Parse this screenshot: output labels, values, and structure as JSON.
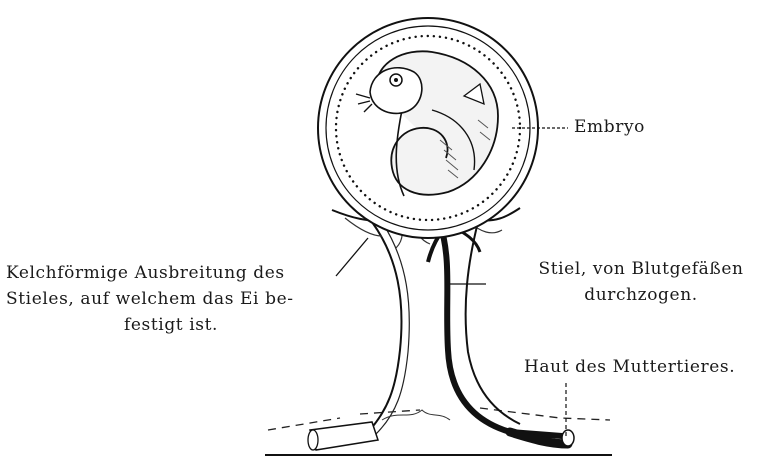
{
  "figure": {
    "labels": {
      "embryo": "Embryo",
      "chalice_line1": "Kelchförmige Ausbreitung des",
      "chalice_line2": "Stieles, auf welchem das Ei be-",
      "chalice_line3": "festigt ist.",
      "stalk_line1": "Stiel, von Blutgefäßen",
      "stalk_line2": "durchzogen.",
      "skin": "Haut des Muttertieres."
    }
  }
}
